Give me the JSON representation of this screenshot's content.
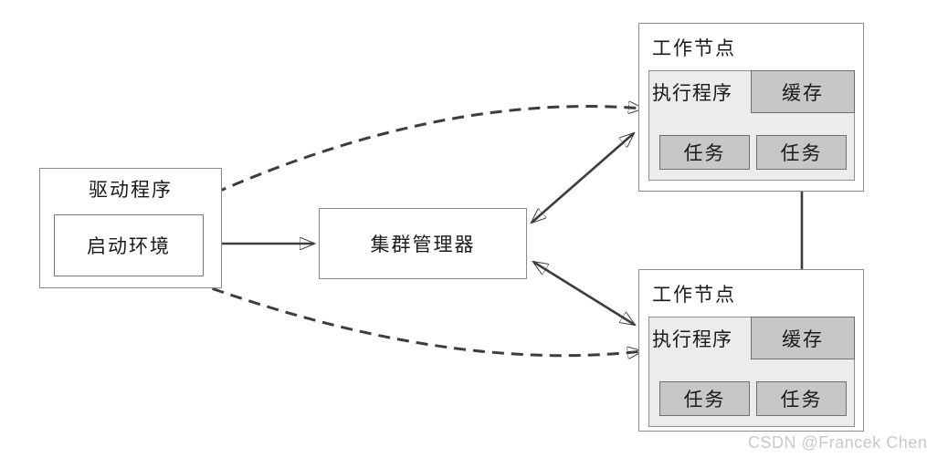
{
  "diagram": {
    "driver": {
      "title": "驱动程序",
      "context_label": "启动环境"
    },
    "cluster_manager": {
      "label": "集群管理器"
    },
    "workers": [
      {
        "title": "工作节点",
        "executor_label": "执行程序",
        "cache_label": "缓存",
        "tasks": [
          "任务",
          "任务"
        ]
      },
      {
        "title": "工作节点",
        "executor_label": "执行程序",
        "cache_label": "缓存",
        "tasks": [
          "任务",
          "任务"
        ]
      }
    ],
    "connections": [
      {
        "from": "driver-context",
        "to": "cluster-manager",
        "style": "solid",
        "bidirectional": true
      },
      {
        "from": "cluster-manager",
        "to": "worker-node-1",
        "style": "solid",
        "bidirectional": true
      },
      {
        "from": "cluster-manager",
        "to": "worker-node-2",
        "style": "solid",
        "bidirectional": true
      },
      {
        "from": "worker-node-1-task",
        "to": "worker-node-2-cache",
        "style": "solid",
        "bidirectional": true
      },
      {
        "from": "driver-context",
        "to": "worker-node-1-executor",
        "style": "dashed",
        "bidirectional": true
      },
      {
        "from": "driver-context",
        "to": "worker-node-2-executor",
        "style": "dashed",
        "bidirectional": true
      }
    ],
    "colors": {
      "box_border": "#8a8a8a",
      "executor_fill": "#ececec",
      "cache_task_fill": "#c7c7c7",
      "arrow": "#3d3d3d",
      "watermark_text": "#c9c9c9"
    },
    "watermark": "CSDN @Francek Chen"
  }
}
